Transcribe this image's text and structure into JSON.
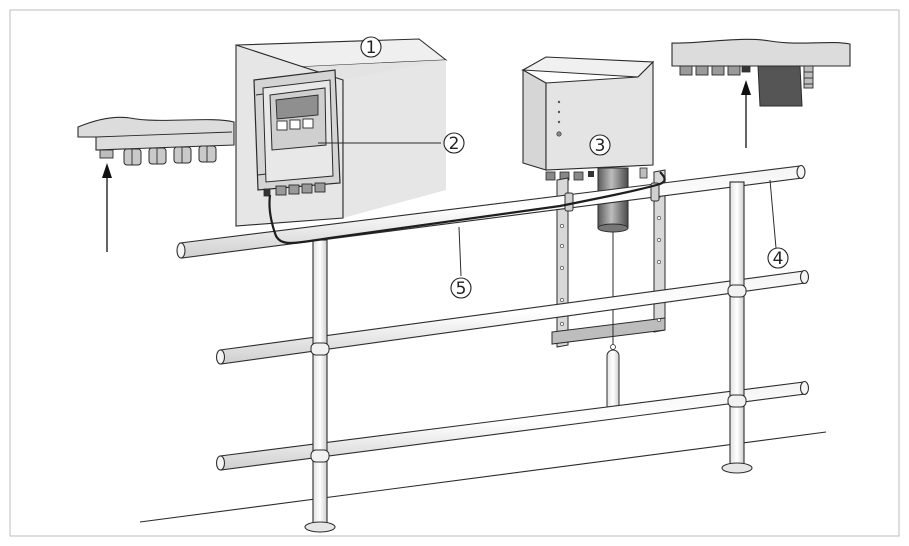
{
  "callouts": [
    {
      "id": "1",
      "label": "①"
    },
    {
      "id": "2",
      "label": "②"
    },
    {
      "id": "3",
      "label": "③"
    },
    {
      "id": "4",
      "label": "④"
    },
    {
      "id": "5",
      "label": "⑤"
    }
  ],
  "colors": {
    "panel": "#e6e6e6",
    "housing": "#d4d4d4",
    "display": "#9a9a9a",
    "line": "#2b2b2b",
    "frame": "#bdbdbd"
  }
}
